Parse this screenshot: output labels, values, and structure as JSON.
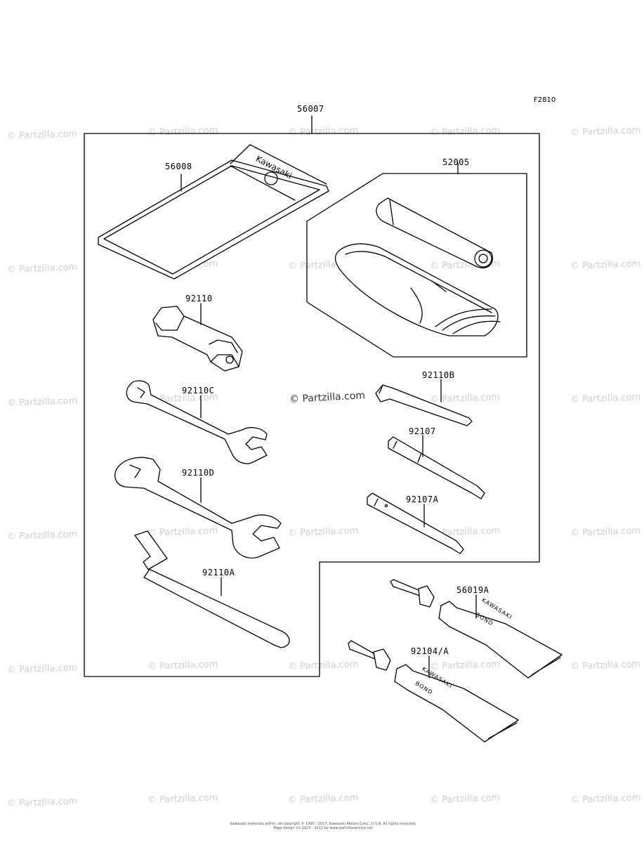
{
  "figure_code": "F2810",
  "watermark": "© Partzilla.com",
  "center_watermark": "© Partzilla.com",
  "brand_text": "Kawasaki",
  "bond_brand": "KAWASAKI",
  "bond_word": "BOND",
  "parts": {
    "kit": "56007",
    "pouch": "56008",
    "bag_set": "52005",
    "plug_wrench": "92110",
    "wrench_small": "92110C",
    "wrench_large": "92110D",
    "hook_wrench": "92110A",
    "hex_key": "92110B",
    "screwdriver_a": "92107",
    "screwdriver_b": "92107A",
    "bond_a": "56019A",
    "bond_b": "92104/A"
  },
  "footer": {
    "line1": "Kawasaki materials within, all copyright © 1995 - 2017, Kawasaki Motors Corp., U.S.A. All rights reserved.",
    "line2": "Page design (c) 2023 - 2017 by www.partzillaservice.net"
  }
}
